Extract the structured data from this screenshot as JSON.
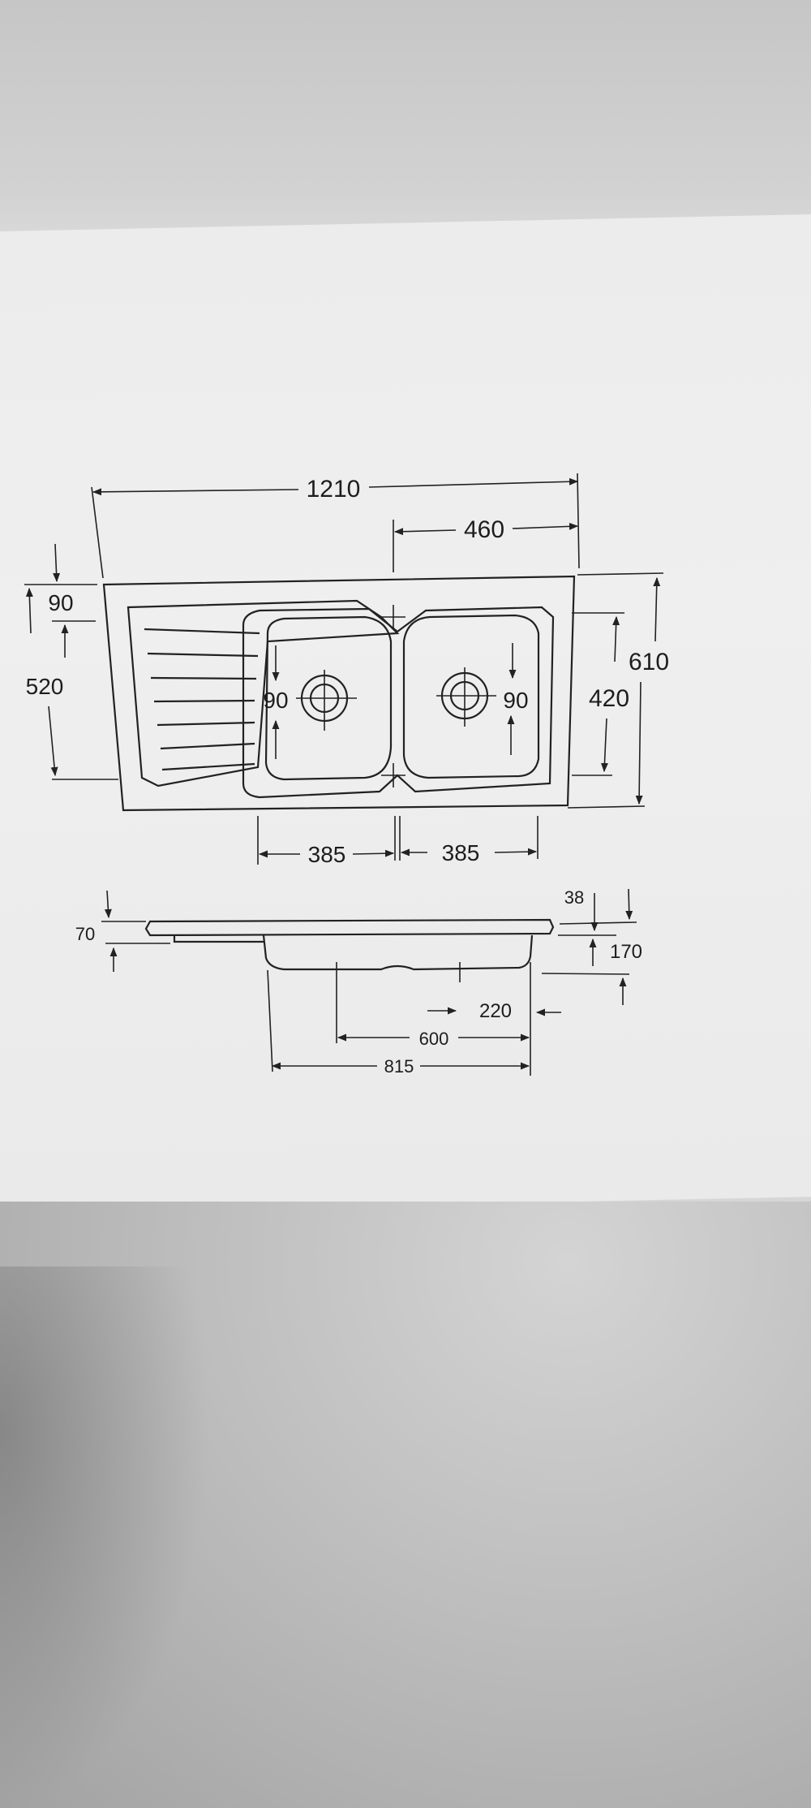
{
  "top_view": {
    "overall_width": "1210",
    "bowl_offset_width": "460",
    "depth_front": "90",
    "depth_total_left": "520",
    "depth_total_right": "610",
    "bowl_depth": "420",
    "drain_left": "90",
    "drain_right": "90",
    "bowl_width_left": "385",
    "bowl_width_right": "385"
  },
  "side_view": {
    "rim_thickness": "70",
    "edge": "38",
    "bowl_height": "170",
    "drain_offset": "220",
    "drain_span": "600",
    "bowl_span": "815"
  },
  "colors": {
    "line": "#222222",
    "paper": "#ececec",
    "background": "#c9c9c9"
  }
}
